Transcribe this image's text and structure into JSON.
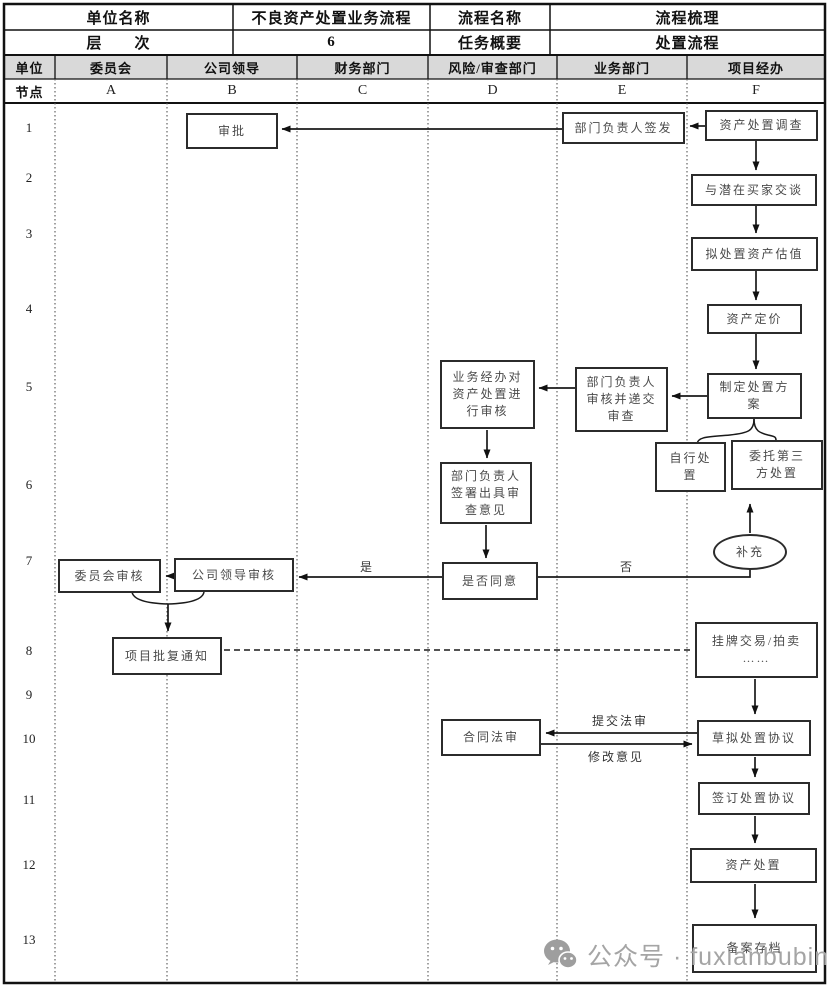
{
  "meta": {
    "unit_name_label": "单位名称",
    "unit_name_value": "不良资产处置业务流程",
    "process_name_label": "流程名称",
    "process_name_value": "流程梳理",
    "level_label": "层　　次",
    "level_value": "6",
    "task_label": "任务概要",
    "task_value": "处置流程"
  },
  "lane_header": {
    "unit_label": "单位",
    "node_label": "节点"
  },
  "lanes": [
    {
      "name": "委员会",
      "node": "A"
    },
    {
      "name": "公司领导",
      "node": "B"
    },
    {
      "name": "财务部门",
      "node": "C"
    },
    {
      "name": "风险/审查部门",
      "node": "D"
    },
    {
      "name": "业务部门",
      "node": "E"
    },
    {
      "name": "项目经办",
      "node": "F"
    }
  ],
  "rownums": [
    "1",
    "2",
    "3",
    "4",
    "5",
    "6",
    "7",
    "8",
    "9",
    "10",
    "11",
    "12",
    "13"
  ],
  "nodes": {
    "approve": "审批",
    "leader_sign": "部门负责人签发",
    "investigate": "资产处置调查",
    "buyers": "与潜在买家交谈",
    "valuation": "拟处置资产估值",
    "pricing": "资产定价",
    "plan": "制定处置方\n案",
    "biz_review": "业务经办对\n资产处置进\n行审核",
    "submit_review": "部门负责人\n审核并递交\n审查",
    "self_dispose": "自行处\n置",
    "third_party": "委托第三\n方处置",
    "sign_opinion": "部门负责人\n签署出具审\n查意见",
    "supplement": "补充",
    "agree": "是否同意",
    "committee_review": "委员会审核",
    "leader_review": "公司领导审核",
    "approval_notice": "项目批复通知",
    "listing": "挂牌交易/拍卖\n……",
    "contract_review": "合同法审",
    "draft_agreement": "草拟处置协议",
    "sign_agreement": "签订处置协议",
    "dispose": "资产处置",
    "archive": "备案存档"
  },
  "edge_labels": {
    "yes": "是",
    "no": "否",
    "submit_legal": "提交法审",
    "feedback": "修改意见"
  },
  "watermark": {
    "text": "公众号 · fuxianbubin"
  },
  "colors": {
    "line": "#1a1a1a",
    "header_fill": "#d9d9d9",
    "watermark_gray": "#a5a5a5"
  }
}
